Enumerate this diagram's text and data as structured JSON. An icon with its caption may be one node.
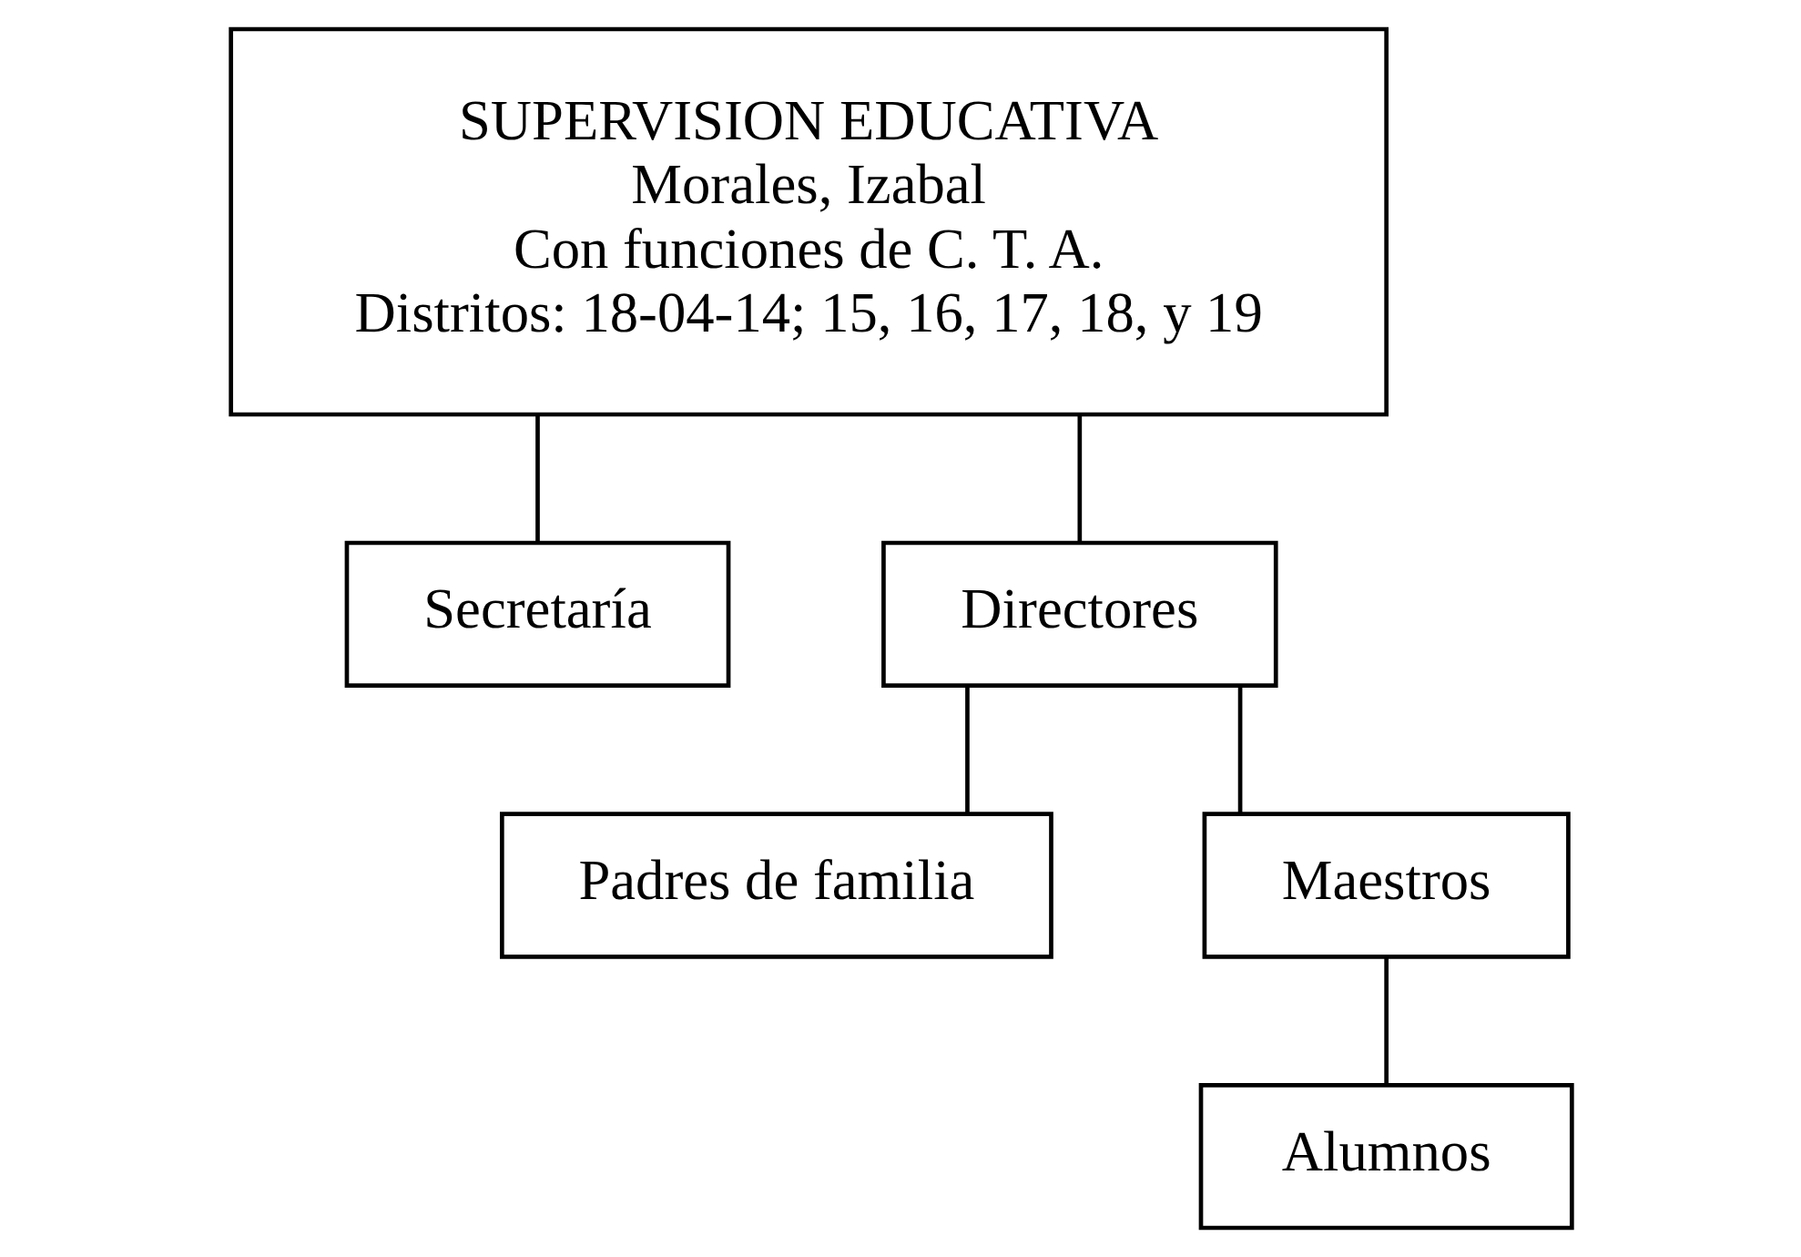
{
  "diagram": {
    "nodes": [
      {
        "text": [
          "SUPERVISION EDUCATIVA",
          "Morales, Izabal",
          "Con funciones de C. T. A.",
          "Distritos: 18-04-14; 15, 16, 17, 18, y 19"
        ]
      },
      {
        "text": [
          "Secretaría"
        ]
      },
      {
        "text": [
          "Directores"
        ]
      },
      {
        "text": [
          "Padres de familia"
        ]
      },
      {
        "text": [
          "Maestros"
        ]
      },
      {
        "text": [
          "Alumnos"
        ]
      }
    ],
    "edges": [
      {
        "from": 0,
        "to": 1,
        "arrow": "none"
      },
      {
        "from": 0,
        "to": 2,
        "arrow": "none"
      },
      {
        "from": 2,
        "to": 3,
        "arrow": "none"
      },
      {
        "from": 2,
        "to": 4,
        "arrow": "none"
      },
      {
        "from": 4,
        "to": 5,
        "arrow": "none"
      }
    ]
  }
}
